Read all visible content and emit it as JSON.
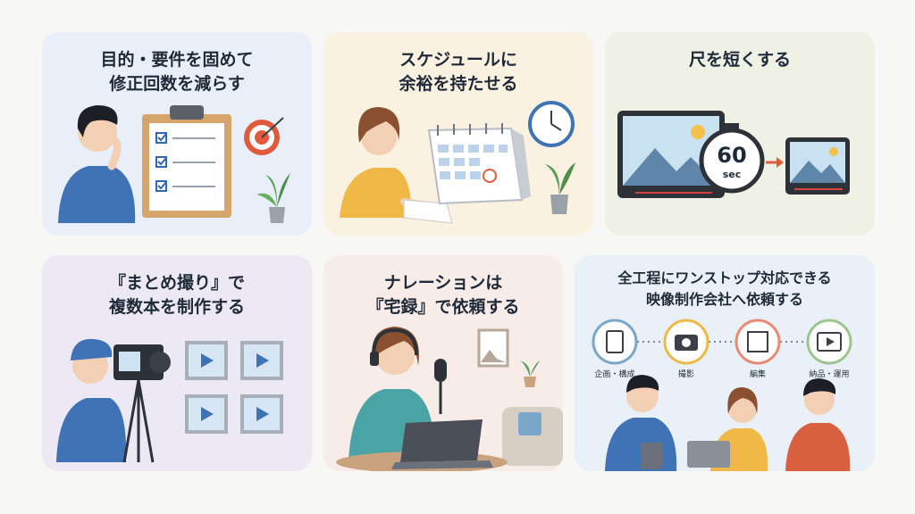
{
  "cards": [
    {
      "title": "目的・要件を固めて\n修正回数を減らす"
    },
    {
      "title": "スケジュールに\n余裕を持たせる"
    },
    {
      "title": "尺を短くする",
      "timer_text": "60",
      "timer_unit": "sec"
    },
    {
      "title": "『まとめ撮り』で\n複数本を制作する"
    },
    {
      "title": "ナレーションは\n『宅録』で依頼する"
    },
    {
      "title": "全工程にワンストップ対応できる\n映像制作会社へ依頼する",
      "steps": [
        "企画・構成",
        "撮影",
        "編集",
        "納品・運用"
      ]
    }
  ],
  "colors": {
    "card1_bg": "#e9eff8",
    "card2_bg": "#fbf1e1",
    "card3_bg": "#eef1e4",
    "card4_bg": "#ece8f4",
    "card5_bg": "#f8ece8",
    "card6_bg": "#eaf0f7",
    "accent_red": "#e05a3c",
    "accent_blue": "#3f73b5"
  },
  "icons": [
    "clipboard-icon",
    "target-icon",
    "plant-icon",
    "calendar-icon",
    "clock-icon",
    "monitor-icon",
    "timer-icon",
    "arrow-right-icon",
    "tablet-icon",
    "camera-icon",
    "video-clip-icon",
    "headphones-icon",
    "microphone-icon",
    "laptop-icon",
    "checklist-icon",
    "film-icon",
    "play-icon"
  ]
}
